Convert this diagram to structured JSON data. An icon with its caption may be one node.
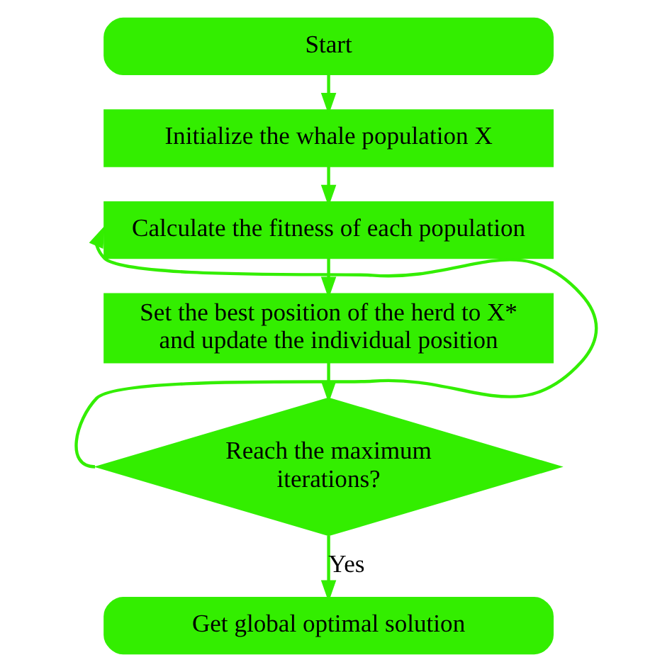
{
  "diagram": {
    "nodes": [
      {
        "text": [
          "Start"
        ]
      },
      {
        "text": [
          "Initialize the whale population X"
        ]
      },
      {
        "text": [
          "Calculate the fitness of each population"
        ]
      },
      {
        "text": [
          "Set the best position of the herd to X* and update the individual position"
        ]
      },
      {
        "text": [
          "Reach the maximum iterations?"
        ]
      },
      {
        "text": [
          "Get global optimal solution"
        ]
      }
    ],
    "edges": [
      {
        "from": 0,
        "to": 1,
        "arrow": "to"
      },
      {
        "from": 1,
        "to": 2,
        "arrow": "to"
      },
      {
        "from": 2,
        "to": 3,
        "arrow": "to"
      },
      {
        "from": 3,
        "to": 4,
        "arrow": "to"
      },
      {
        "from": 4,
        "to": 5,
        "arrow": "to",
        "label": "Yes"
      },
      {
        "from": 4,
        "to": 2,
        "arrow": "to"
      }
    ]
  }
}
